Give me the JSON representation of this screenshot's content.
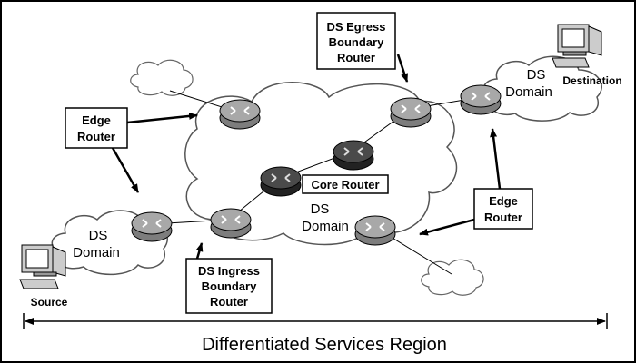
{
  "labels": {
    "ds_egress": [
      "DS Egress",
      "Boundary",
      "Router"
    ],
    "edge_router_left": [
      "Edge",
      "Router"
    ],
    "edge_router_right": [
      "Edge",
      "Router"
    ],
    "ds_ingress": [
      "DS Ingress",
      "Boundary",
      "Router"
    ],
    "core_router": "Core Router",
    "domain_center": [
      "DS",
      "Domain"
    ],
    "domain_left": [
      "DS",
      "Domain"
    ],
    "domain_right": [
      "DS",
      "Domain"
    ],
    "source": "Source",
    "destination": "Destination",
    "region": "Differentiated Services Region"
  },
  "colors": {
    "router_light": "#a8a8a8",
    "router_dark": "#4a4a4a",
    "cloud_stroke": "#555555"
  }
}
